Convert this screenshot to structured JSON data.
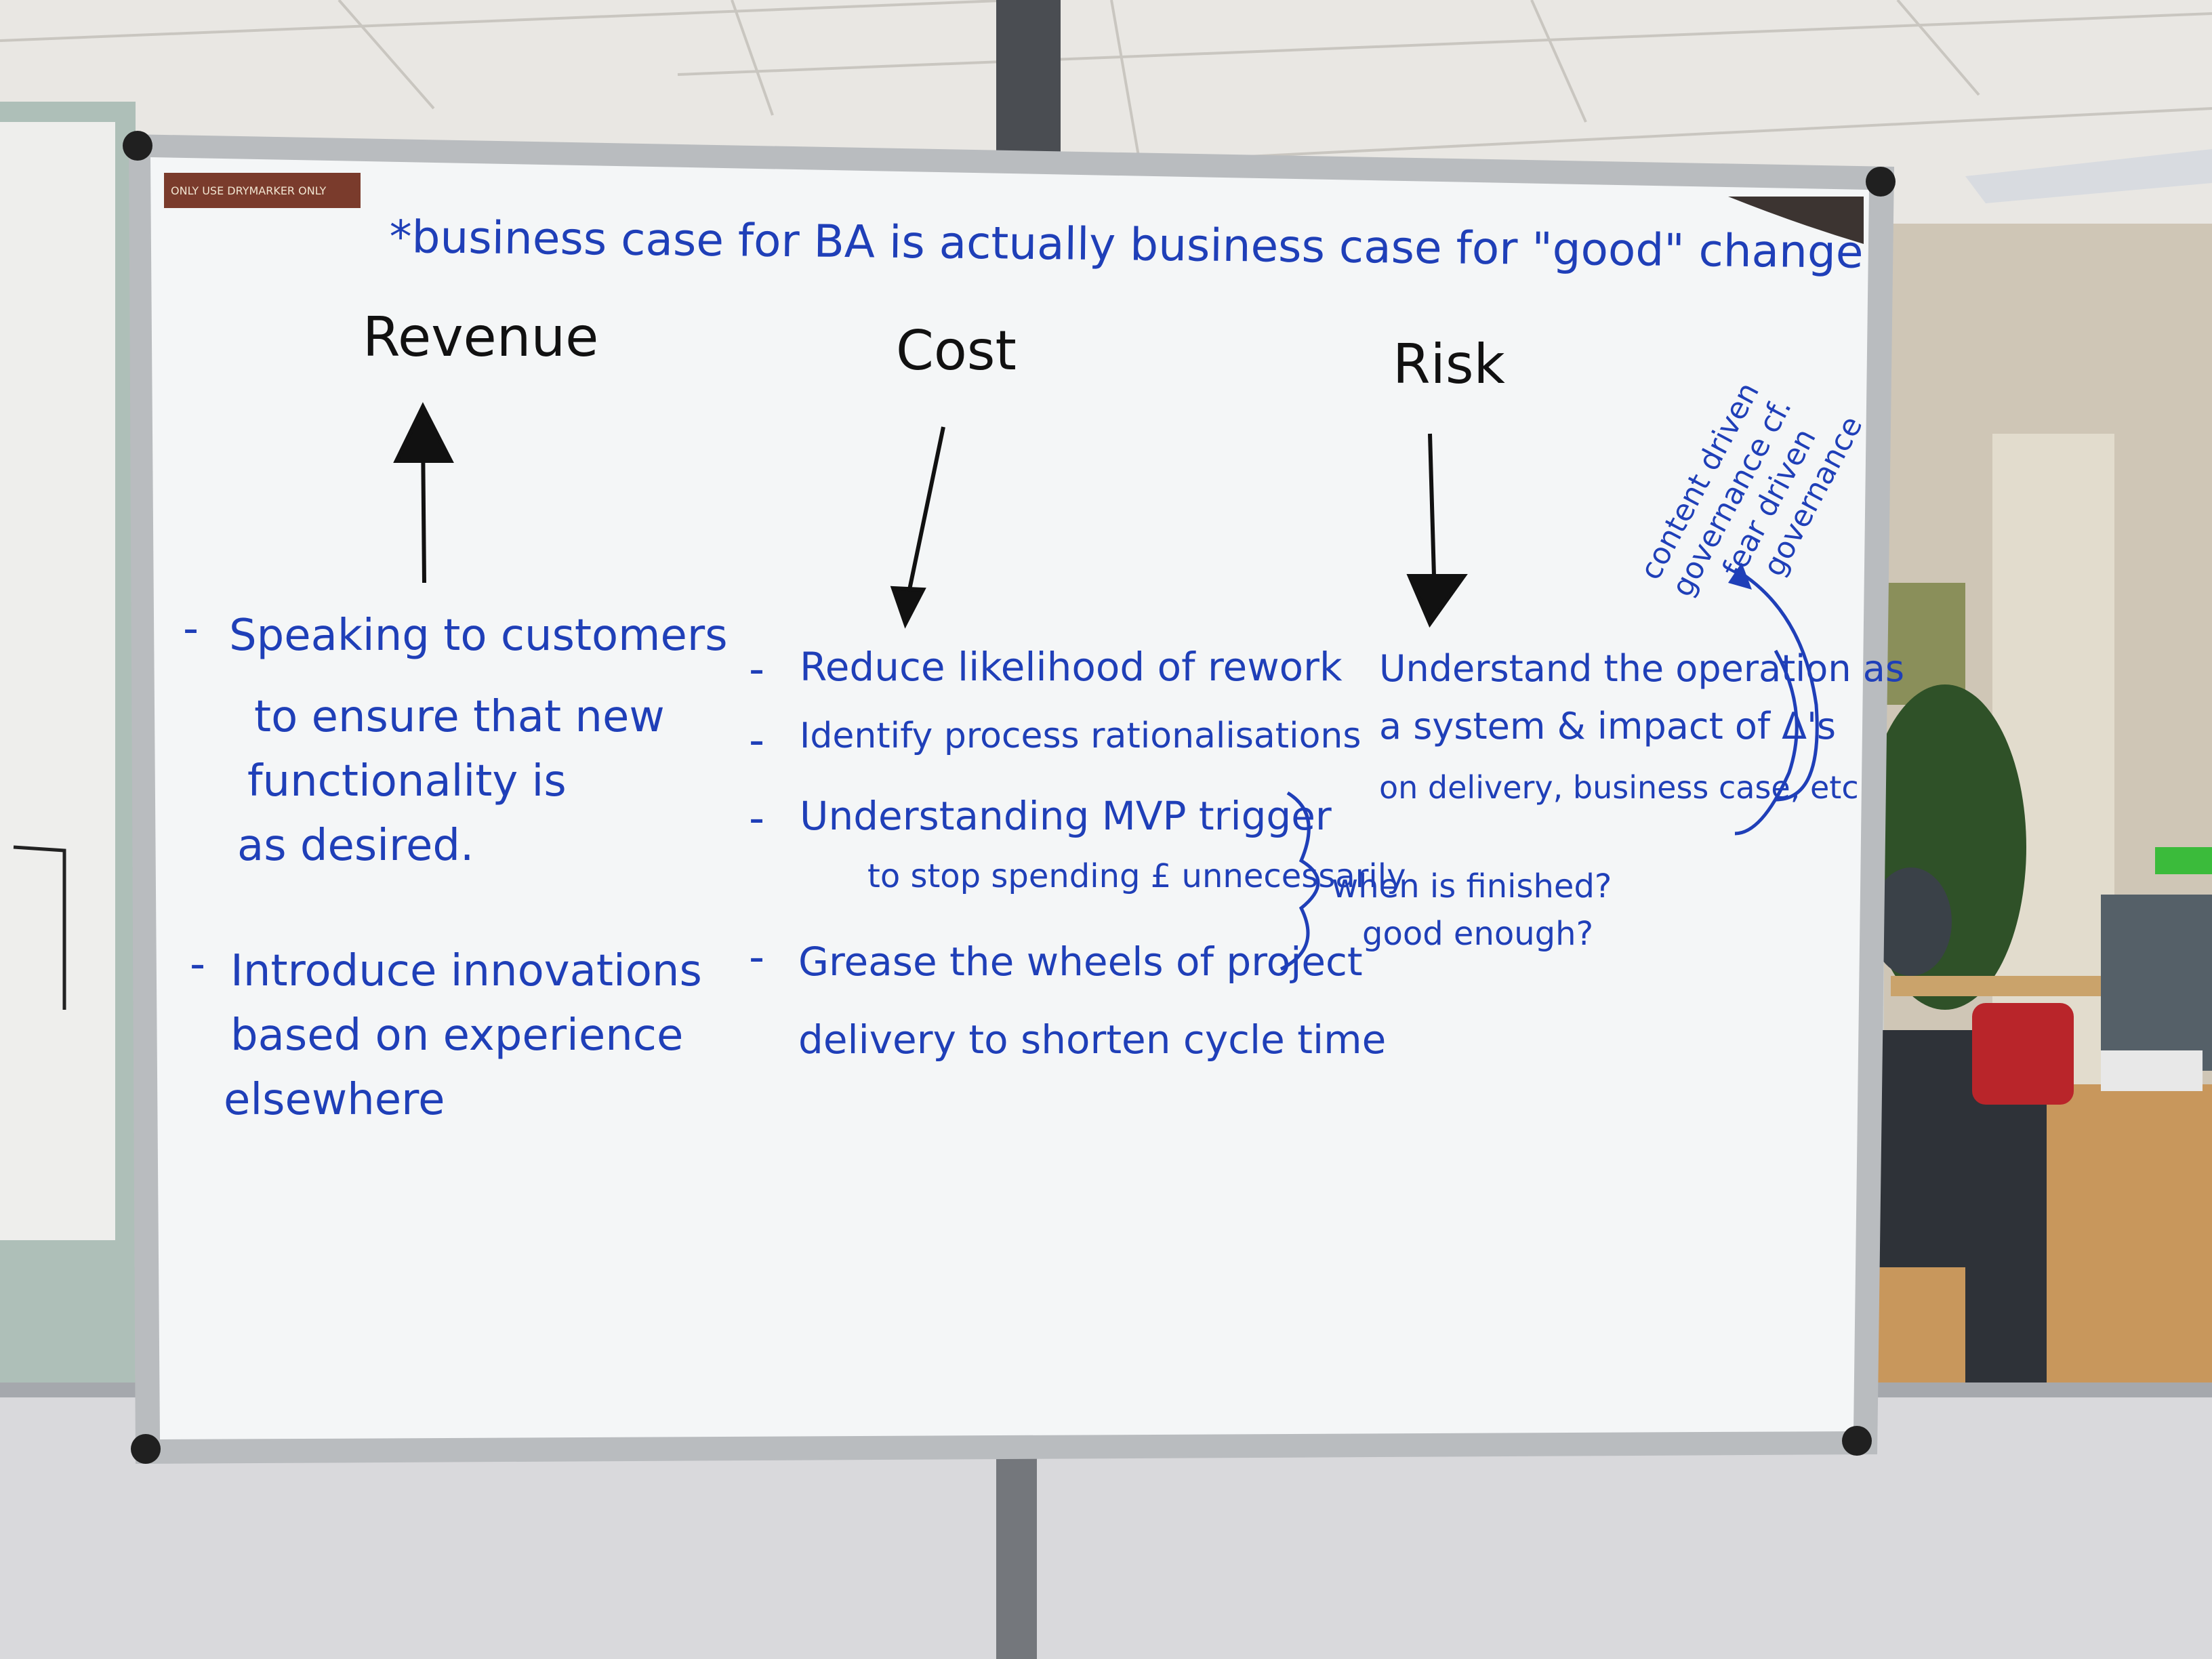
{
  "board": {
    "sticker_text": "ONLY USE DRYMARKER ONLY",
    "headline": "*business case for BA is actually business case for \"good\" change"
  },
  "columns": {
    "revenue": {
      "heading": "Revenue",
      "bullets": [
        [
          "Speaking to customers",
          "to ensure that new",
          "functionality is",
          "as desired."
        ],
        [
          "Introduce innovations",
          "based on experience",
          "elsewhere"
        ]
      ]
    },
    "cost": {
      "heading": "Cost",
      "bullets": [
        [
          "Reduce likelihood of rework"
        ],
        [
          "Identify process rationalisations"
        ],
        [
          "Understanding MVP trigger",
          "to stop spending £ unnecessarily"
        ],
        [
          "Grease the wheels of project",
          "delivery to shorten cycle time"
        ]
      ],
      "side_note": [
        "when is finished?",
        "good enough?"
      ]
    },
    "risk": {
      "heading": "Risk",
      "body": [
        "Understand the operation as",
        "a system & impact of Δ's",
        "on delivery, business case, etc"
      ],
      "rotated_note": [
        "content driven",
        "governance cf.",
        "fear driven",
        "governance"
      ]
    }
  },
  "colors": {
    "marker_blue": "#1f3fb8",
    "marker_black": "#111111",
    "board_white": "#f4f6f7",
    "frame_silver": "#b9bcbf"
  }
}
